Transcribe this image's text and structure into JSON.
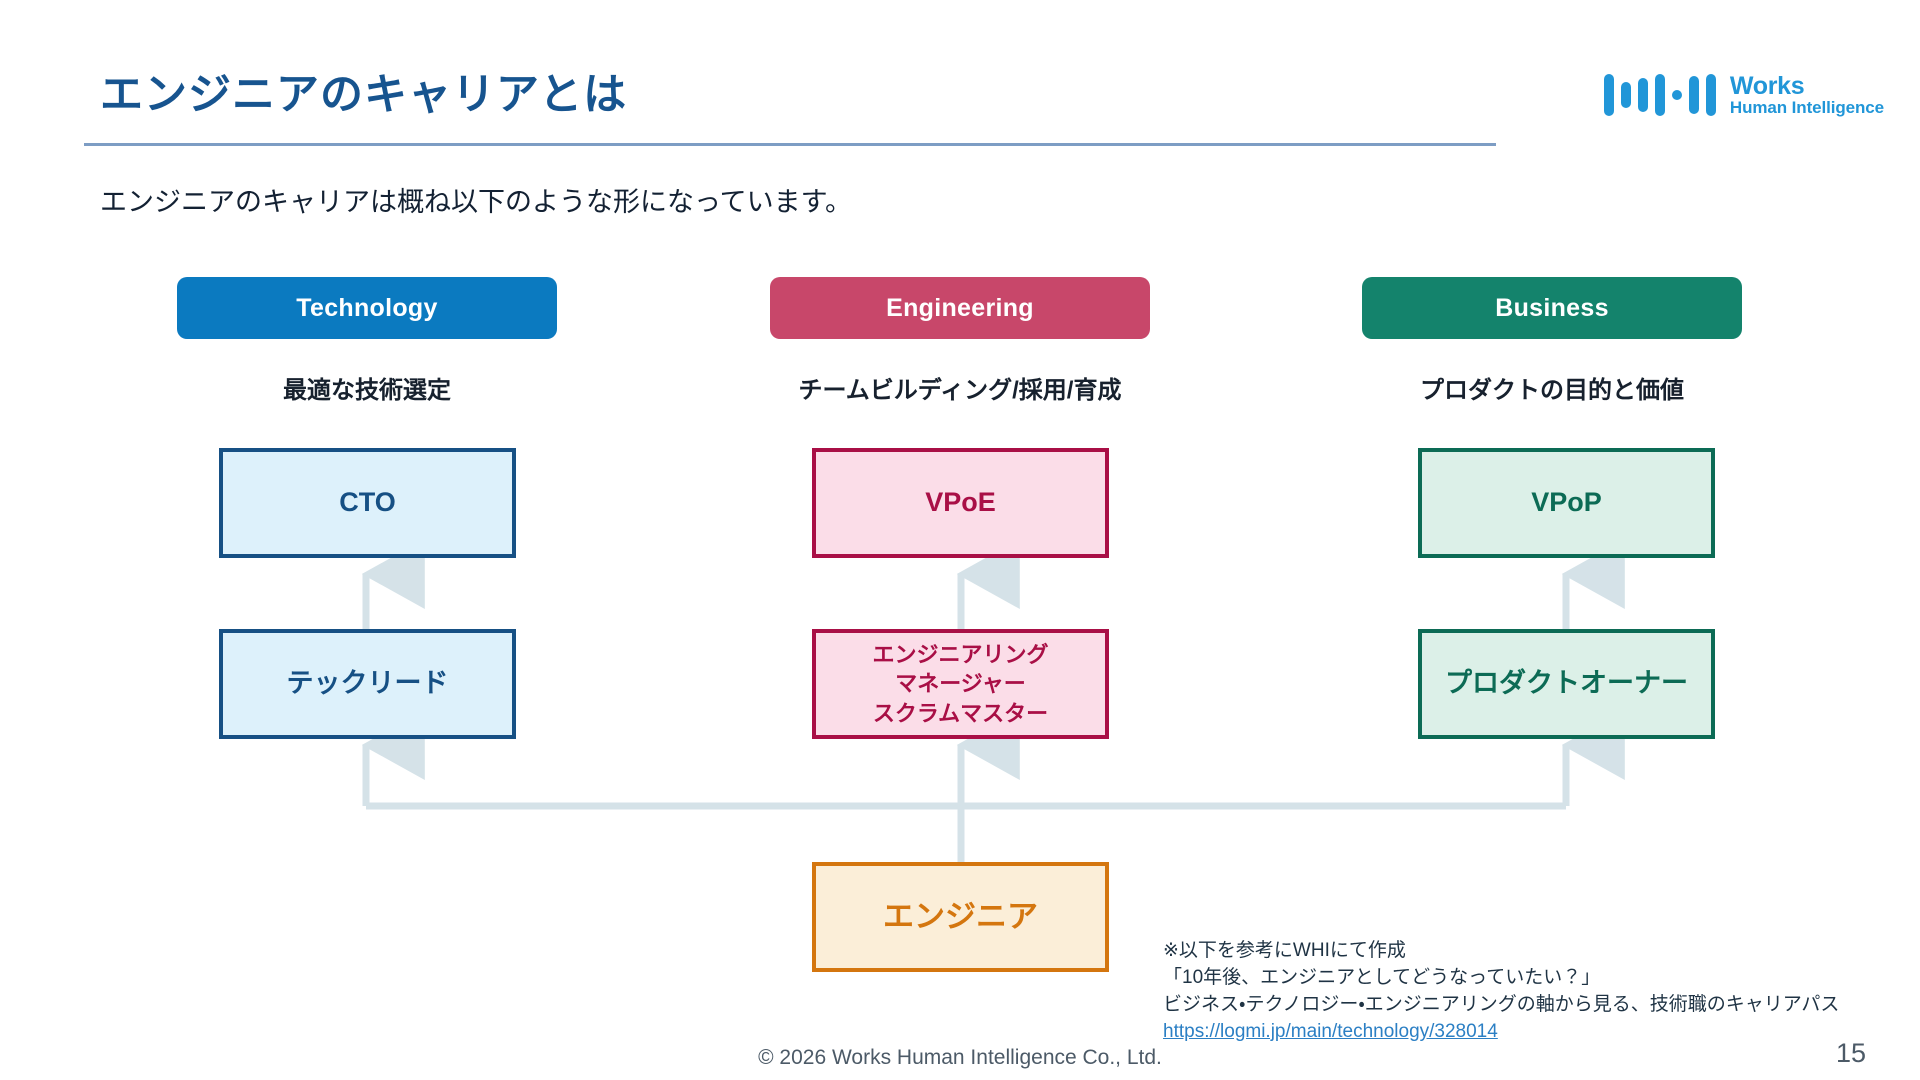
{
  "slide": {
    "title": "エンジニアのキャリアとは",
    "lead": "エンジニアのキャリアは概ね以下のような形になっています。",
    "page_number": "15",
    "copyright": "© 2026 Works Human Intelligence Co., Ltd."
  },
  "logo": {
    "line1": "Works",
    "line2": "Human Intelligence",
    "color": "#2196d8"
  },
  "columns": [
    {
      "id": "technology",
      "head": "Technology",
      "head_color": "#0b7ac0",
      "sub": "最適な技術選定",
      "border": "#165084",
      "fill": "#ddf1fb",
      "text": "#165084",
      "senior": "CTO",
      "junior": "テックリード"
    },
    {
      "id": "engineering",
      "head": "Engineering",
      "head_color": "#c8476a",
      "sub": "チームビルディング/採用/育成",
      "border": "#a90f46",
      "fill": "#fbdde8",
      "text": "#a90f46",
      "senior": "VPoE",
      "junior": "エンジニアリング\nマネージャー\nスクラムマスター"
    },
    {
      "id": "business",
      "head": "Business",
      "head_color": "#14836c",
      "sub": "プロダクトの目的と価値",
      "border": "#0c6b55",
      "fill": "#dcf0e8",
      "text": "#0c6b55",
      "senior": "VPoP",
      "junior": "プロダクトオーナー"
    }
  ],
  "base_node": {
    "label": "エンジニア",
    "border": "#d4760f",
    "fill": "#fbeed8",
    "text": "#d4760f"
  },
  "connector": {
    "color": "#d5e2e8"
  },
  "footnote": {
    "line1": "※以下を参考にWHIにて作成",
    "line2": "「10年後、エンジニアとしてどうなっていたい？」",
    "line3": "ビジネス・テクノロジー・エンジニアリングの軸から見る、技術職のキャリアパス",
    "link": "https://logmi.jp/main/technology/328014"
  }
}
